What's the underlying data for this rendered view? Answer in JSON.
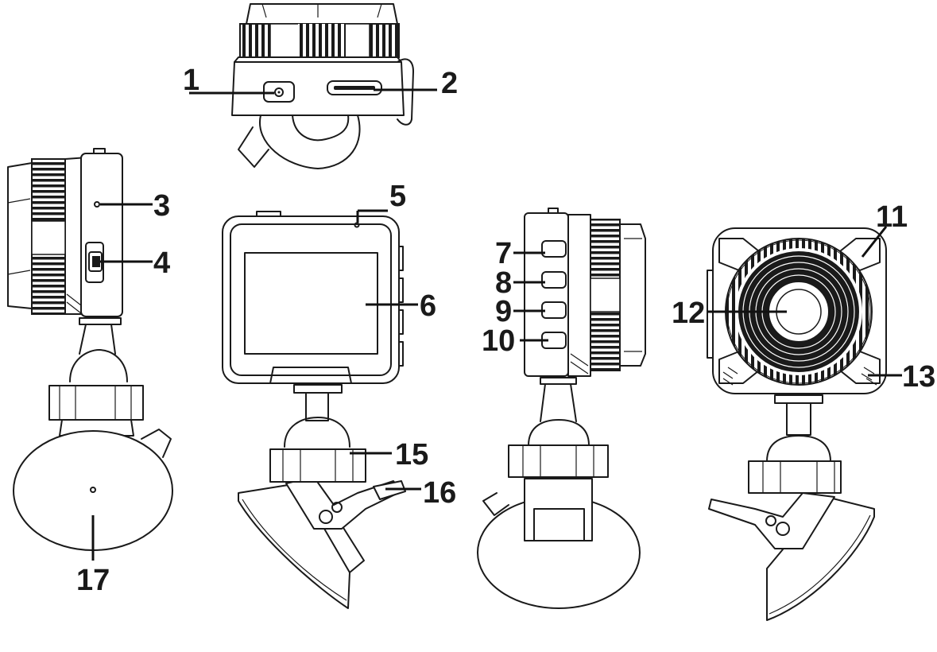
{
  "callouts": {
    "c1": "1",
    "c2": "2",
    "c3": "3",
    "c4": "4",
    "c5": "5",
    "c6": "6",
    "c7": "7",
    "c8": "8",
    "c9": "9",
    "c10": "10",
    "c11": "11",
    "c12": "12",
    "c13": "13",
    "c15": "15",
    "c16": "16",
    "c17": "17"
  },
  "colors": {
    "ink": "#1a1a1a",
    "paper": "#ffffff"
  }
}
